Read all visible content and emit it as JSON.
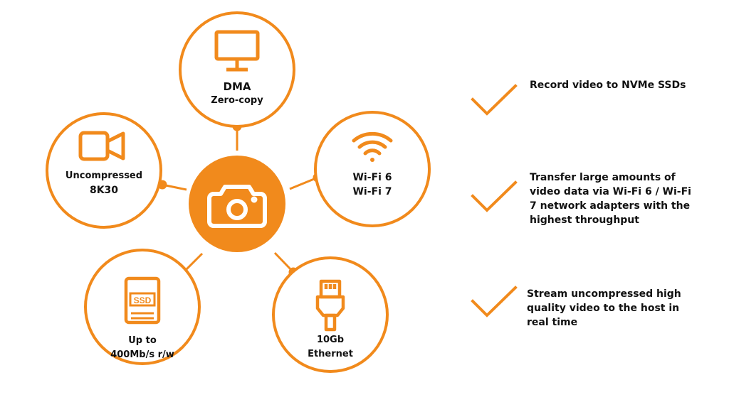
{
  "colors": {
    "accent": "#f18a1c",
    "text": "#111111",
    "background": "#ffffff"
  },
  "center": {
    "icon": "camera-icon"
  },
  "nodes": [
    {
      "icon": "monitor-icon",
      "line1": "DMA",
      "line2": "Zero-copy"
    },
    {
      "icon": "wifi-icon",
      "line1": "Wi-Fi 6",
      "line2": "Wi-Fi 7"
    },
    {
      "icon": "ethernet-plug-icon",
      "line1": "10Gb",
      "line2": "Ethernet"
    },
    {
      "icon": "ssd-icon",
      "line1": "Up to",
      "line2": "400Mb/s r/w",
      "icon_label": "SSD"
    },
    {
      "icon": "video-camera-icon",
      "line1": "Uncompressed",
      "line2": "8K30"
    }
  ],
  "benefits": [
    {
      "icon": "checkmark-icon",
      "text": "Record video to NVMe SSDs"
    },
    {
      "icon": "checkmark-icon",
      "text": "Transfer large amounts of video data via Wi-Fi 6 / Wi-Fi 7 network adapters with the highest throughput"
    },
    {
      "icon": "checkmark-icon",
      "text": "Stream uncompressed high quality video to the host in real time"
    }
  ]
}
